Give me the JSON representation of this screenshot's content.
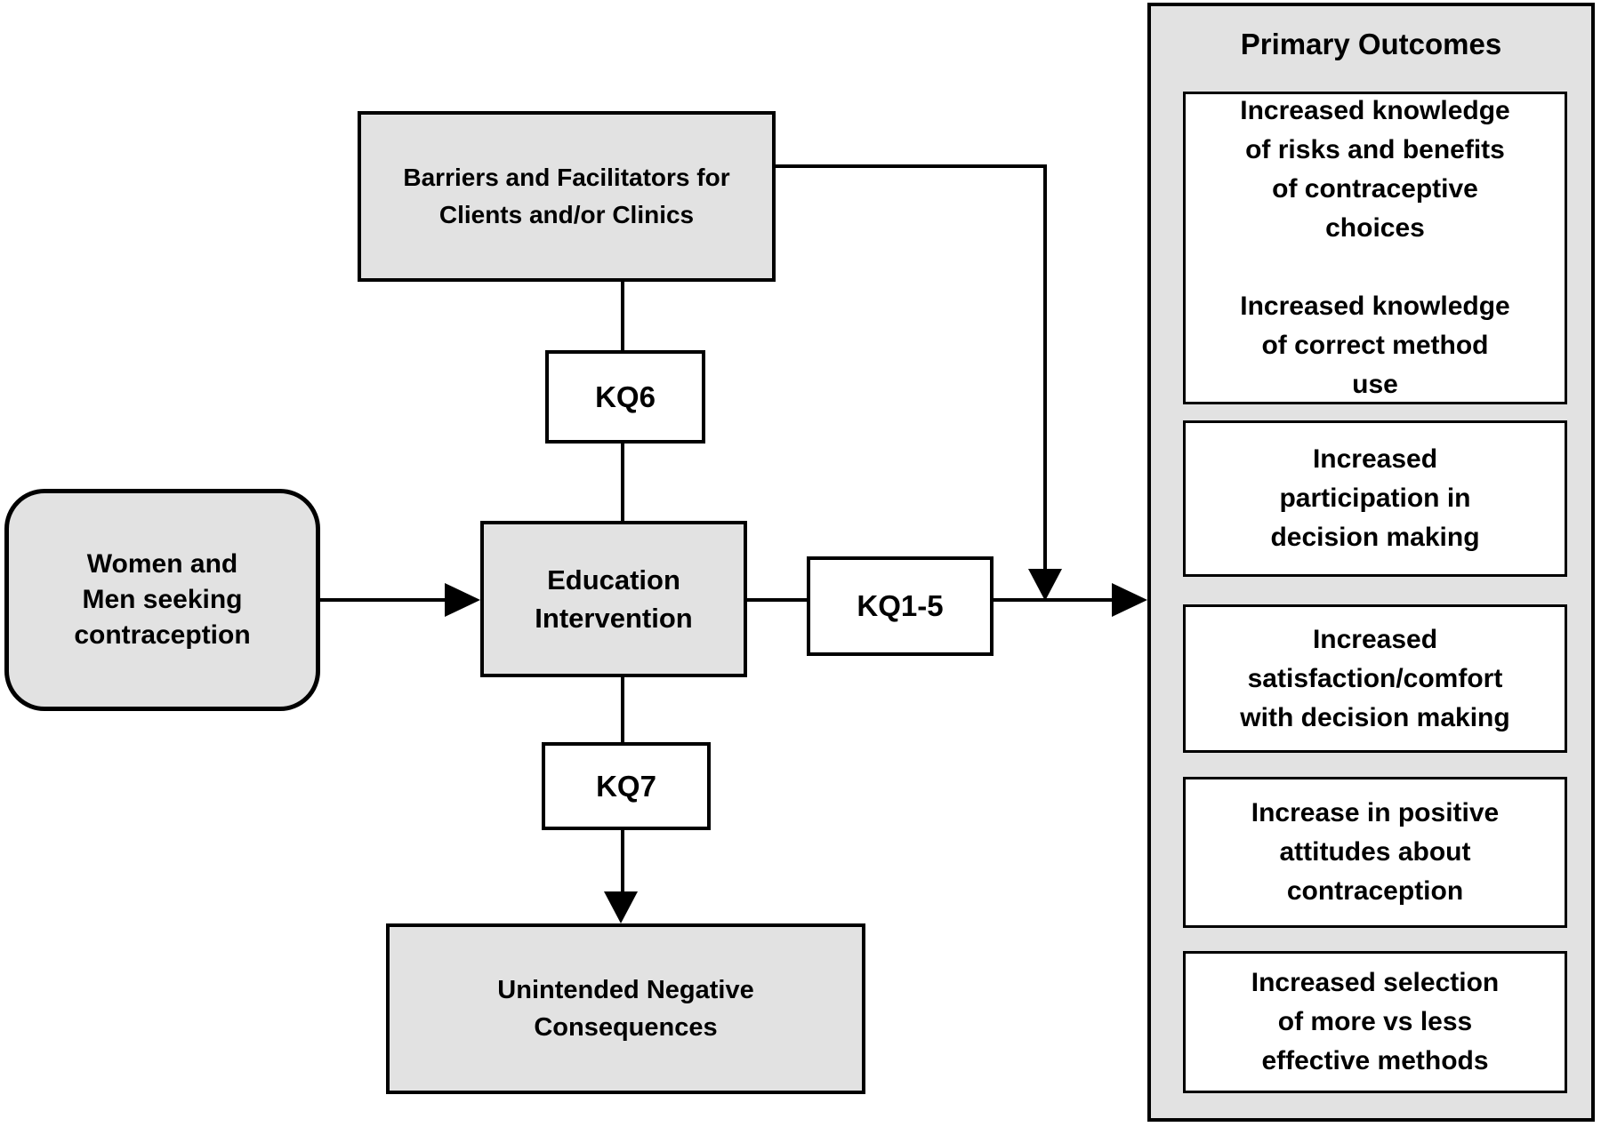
{
  "diagram": {
    "colors": {
      "node_fill": "#e2e2e2",
      "label_fill": "#ffffff",
      "border": "#000000",
      "background": "#ffffff"
    },
    "nodes": {
      "population": {
        "text": "Women and\nMen seeking\ncontraception"
      },
      "barriers": {
        "text": "Barriers and Facilitators for\nClients and/or Clinics"
      },
      "education": {
        "text": "Education\nIntervention"
      },
      "unintended": {
        "text": "Unintended Negative\nConsequences"
      }
    },
    "edge_labels": {
      "kq6": {
        "label": "KQ6"
      },
      "kq15": {
        "label": "KQ1-5"
      },
      "kq7": {
        "label": "KQ7"
      }
    },
    "primary_outcomes": {
      "title": "Primary Outcomes",
      "items": [
        {
          "text": "Increased knowledge\nof risks and benefits\nof contraceptive\nchoices",
          "text2": "Increased knowledge\nof correct method\nuse"
        },
        {
          "text": "Increased\nparticipation in\ndecision making"
        },
        {
          "text": "Increased\nsatisfaction/comfort\nwith decision making"
        },
        {
          "text": "Increase in positive\nattitudes about\ncontraception"
        },
        {
          "text": "Increased selection\nof more vs less\neffective methods"
        }
      ]
    }
  }
}
